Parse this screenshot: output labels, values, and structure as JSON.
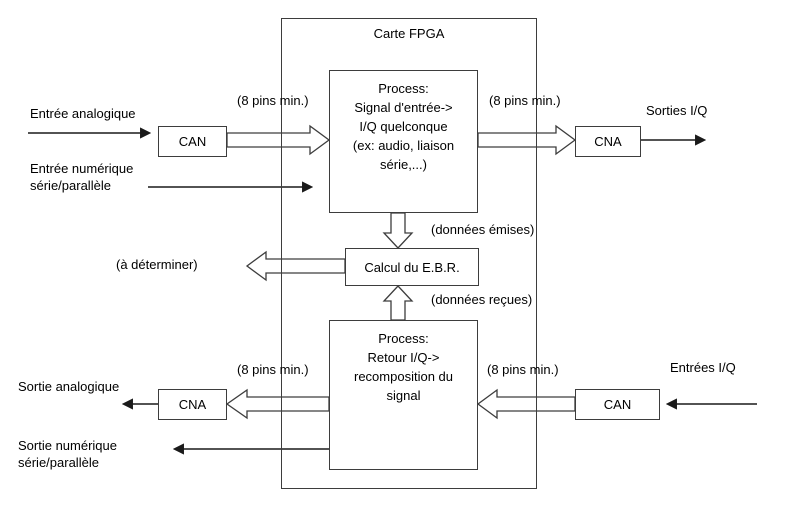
{
  "fpga": {
    "title": "Carte FPGA"
  },
  "blocks": {
    "process_top": [
      "Process:",
      "Signal d'entrée->",
      "I/Q quelconque",
      "(ex: audio, liaison",
      "série,...)"
    ],
    "calcul_ebr": "Calcul du E.B.R.",
    "process_bottom": [
      "Process:",
      "Retour I/Q->",
      "recomposition du",
      "signal"
    ],
    "can_top": "CAN",
    "cna_top": "CNA",
    "cna_bottom": "CNA",
    "can_bottom": "CAN"
  },
  "io_labels": {
    "entree_analogique": "Entrée analogique",
    "entree_numerique": [
      "Entrée numérique",
      "série/parallèle"
    ],
    "sorties_iq": "Sorties I/Q",
    "sortie_analogique": "Sortie analogique",
    "sortie_numerique": [
      "Sortie numérique",
      "série/parallèle"
    ],
    "entrees_iq": "Entrées I/Q"
  },
  "bus_labels": {
    "pins_top_left": "(8 pins min.)",
    "pins_top_right": "(8 pins min.)",
    "pins_bottom_left": "(8 pins min.)",
    "pins_bottom_right": "(8 pins min.)",
    "donnees_emises": "(données émises)",
    "donnees_recues": "(données reçues)",
    "a_determiner": "(à déterminer)"
  },
  "colors": {
    "line": "#3d3d3d",
    "thin_arrow": "#1a1a1a",
    "background": "#ffffff",
    "text": "#000000"
  }
}
